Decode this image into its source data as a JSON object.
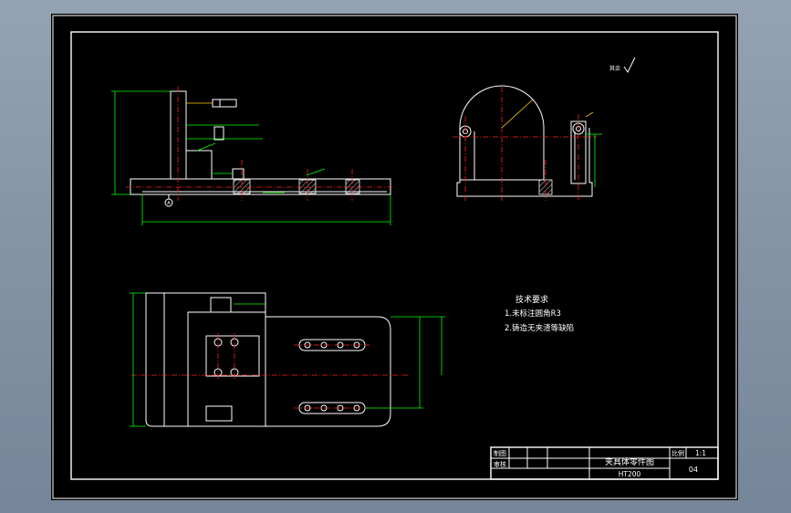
{
  "notes": {
    "heading": "技术要求",
    "line1": "1.未标注圆角R3",
    "line2": "2.铸造无夹渣等缺陷"
  },
  "roughness_mark": "其余",
  "title_block": {
    "drawing_title": "夹具体零件图",
    "row1_label": "制图",
    "row2_label": "审核",
    "scale_label": "比例",
    "scale_value": "1:1",
    "material": "HT200",
    "sheet_no": "04"
  },
  "datum_label": "A",
  "colors": {
    "background": "#000000",
    "outline": "#ffffff",
    "dimension": "#00ff00",
    "centerline": "#ff2020",
    "leader": "#ffd000"
  }
}
